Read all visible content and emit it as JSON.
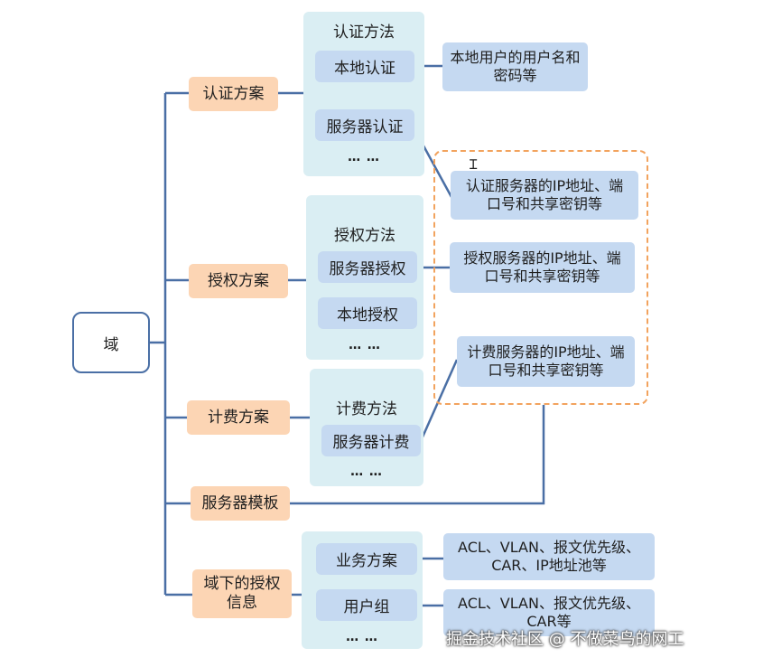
{
  "root": "域",
  "schemes": {
    "auth": "认证方案",
    "authz": "授权方案",
    "acct": "计费方案",
    "template": "服务器模板",
    "userinfo": "域下的授权信息"
  },
  "auth_panel": {
    "title": "认证方法",
    "methods": [
      "本地认证",
      "服务器认证"
    ],
    "more": "… …"
  },
  "authz_panel": {
    "title": "授权方法",
    "methods": [
      "服务器授权",
      "本地授权"
    ],
    "more": "… …"
  },
  "acct_panel": {
    "title": "计费方法",
    "methods": [
      "服务器计费"
    ],
    "more": "… …"
  },
  "userinfo_panel": {
    "items": [
      "业务方案",
      "用户组"
    ],
    "more": "… …"
  },
  "info_boxes": {
    "local_user": "本地用户的用户名和密码等",
    "auth_server": "认证服务器的IP地址、端口号和共享密钥等",
    "authz_server": "授权服务器的IP地址、端口号和共享密钥等",
    "acct_server": "计费服务器的IP地址、端口号和共享密钥等",
    "service": "ACL、VLAN、报文优先级、CAR、IP地址池等",
    "usergroup": "ACL、VLAN、报文优先级、CAR等"
  },
  "watermark": "掘金技术社区 @ 不做菜鸟的网工",
  "colors": {
    "connector": "#4a6fa5",
    "scheme_fill": "#fcd5b4",
    "panel_fill": "#daeef3",
    "box_fill": "#c5d9f1",
    "dashed_border": "#f2a35e"
  }
}
